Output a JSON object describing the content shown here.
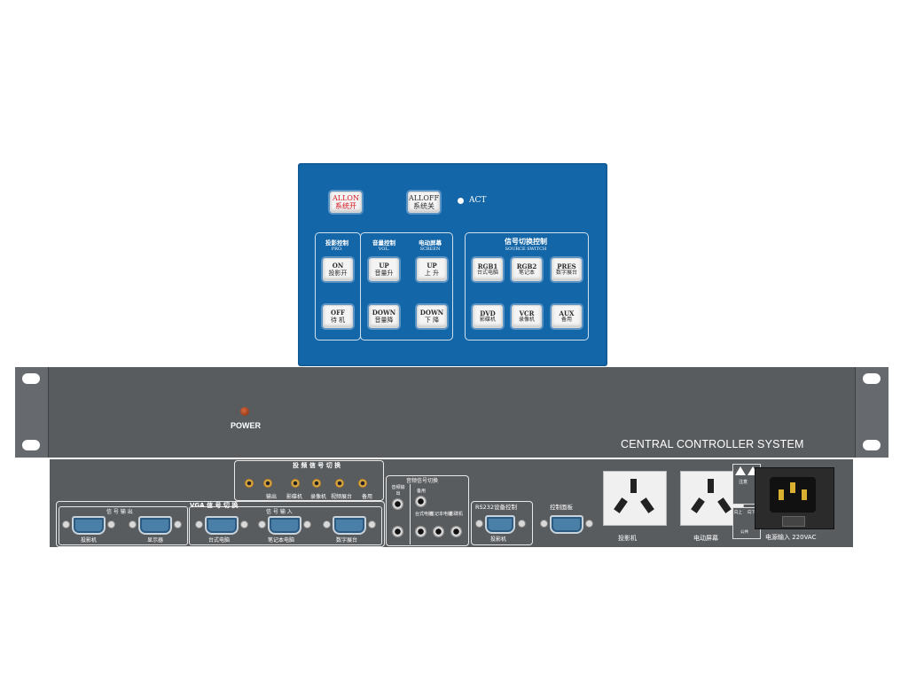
{
  "control_panel": {
    "allon": {
      "en": "ALLON",
      "cn": "系统开"
    },
    "alloff": {
      "en": "ALLOFF",
      "cn": "系统关"
    },
    "act_label": "ACT",
    "projector_group": {
      "title_cn": "投影控制",
      "title_en": "PRO."
    },
    "volume_group": {
      "title_cn": "音量控制",
      "title_en": "VOL."
    },
    "screen_group": {
      "title_cn": "电动屏幕",
      "title_en": "SCREEN"
    },
    "source_group": {
      "title_cn": "信号切换控制",
      "title_en": "SOURCE SWITCH"
    },
    "buttons": {
      "on": {
        "en": "ON",
        "cn": "投影开"
      },
      "off": {
        "en": "OFF",
        "cn": "待 机"
      },
      "vol_up": {
        "en": "UP",
        "cn": "音量升"
      },
      "vol_down": {
        "en": "DOWN",
        "cn": "音量降"
      },
      "scr_up": {
        "en": "UP",
        "cn": "上 升"
      },
      "scr_down": {
        "en": "DOWN",
        "cn": "下 降"
      },
      "rgb1": {
        "en": "RGB1",
        "cn": "台式电脑"
      },
      "rgb2": {
        "en": "RGB2",
        "cn": "笔记本"
      },
      "pres": {
        "en": "PRES",
        "cn": "数字展台"
      },
      "dvd": {
        "en": "DVD",
        "cn": "影碟机"
      },
      "vcr": {
        "en": "VCR",
        "cn": "录像机"
      },
      "aux": {
        "en": "AUX",
        "cn": "备用"
      }
    }
  },
  "front_unit": {
    "power_label": "POWER",
    "brand": "CENTRAL CONTROLLER SYSTEM"
  },
  "rear_panel": {
    "video_switch_title": "投 频 信 号 切 换",
    "video_labels": [
      "输出",
      "影碟机",
      "录像机",
      "视频展台",
      "备用"
    ],
    "vga_title": "VGA 信 号 切 换",
    "signal_out": "信 号 输 出",
    "signal_in": "信 号 输 入",
    "vga_labels": [
      "投影机",
      "显示器",
      "台式电脑",
      "笔记本电脑",
      "数字展台"
    ],
    "audio_switch_title": "音频信号切换",
    "audio_out": "音频输出",
    "audio_spare": "备用",
    "audio_pc": "台式电脑",
    "audio_laptop": "笔记本电脑",
    "audio_dvd": "影碟机",
    "rs232_title": "RS232设备控制",
    "rs232_label": "投影机",
    "control_panel_label": "控制面板",
    "outlet_projector": "投影机",
    "outlet_screen": "电动屏幕",
    "power_input": "电源输入 220VAC",
    "warn_text": "注意",
    "screen_up": "向上",
    "screen_down": "向下",
    "screen_common": "公共"
  },
  "colors": {
    "panel_blue": "#1366a8",
    "chassis": "#595c5f",
    "allon_red": "#d4141c"
  }
}
